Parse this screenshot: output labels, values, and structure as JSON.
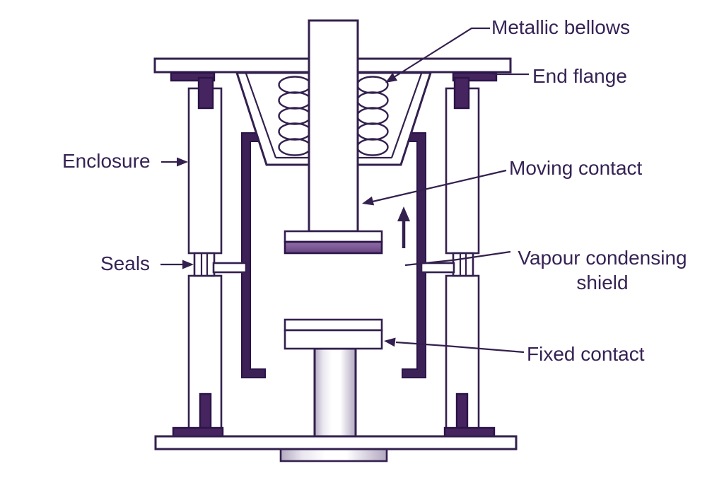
{
  "labels": {
    "metallic_bellows": "Metallic bellows",
    "end_flange": "End flange",
    "enclosure": "Enclosure",
    "moving_contact": "Moving contact",
    "seals": "Seals",
    "vapour_shield_line1": "Vapour condensing",
    "vapour_shield_line2": "shield",
    "fixed_contact": "Fixed contact"
  },
  "annotations": {
    "motion_arrow_direction": "up"
  },
  "colors": {
    "ink": "#33204e",
    "purple_fill": "#46245f",
    "shield_fill": "#3c2156",
    "contact_pad_top": "#8f6da4",
    "contact_pad_bottom": "#63437f",
    "metal_shade": "#b2a9bf",
    "background": "#ffffff"
  }
}
